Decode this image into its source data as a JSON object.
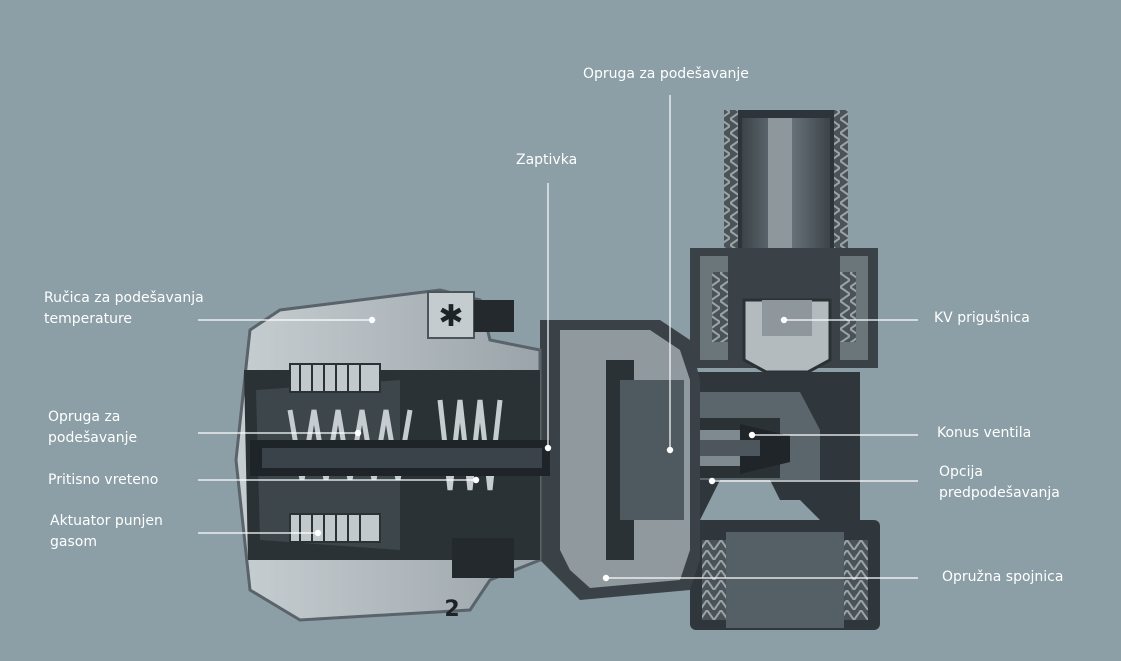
{
  "labels": {
    "rucica": "Ručica za podešavanja temperature",
    "opruga_left": "Opruga za podešavanje",
    "vreteno": "Pritisno vreteno",
    "aktuator": "Aktuator punjen gasom",
    "zaptivka": "Zaptivka",
    "opruga_top": "Opruga za podešavanje",
    "kv": "KV prigušnica",
    "konus": "Konus ventila",
    "opcija": "Opcija predpodešavanja",
    "spojnica": "Opružna spojnica"
  },
  "knob_markings": {
    "snowflake": "✱",
    "digit": "2"
  },
  "colors": {
    "background": "#8c9ea6",
    "body_dark": "#2b3236",
    "body_mid": "#5e6a70",
    "body_light": "#aeb6ba",
    "leader": "#ffffff"
  }
}
